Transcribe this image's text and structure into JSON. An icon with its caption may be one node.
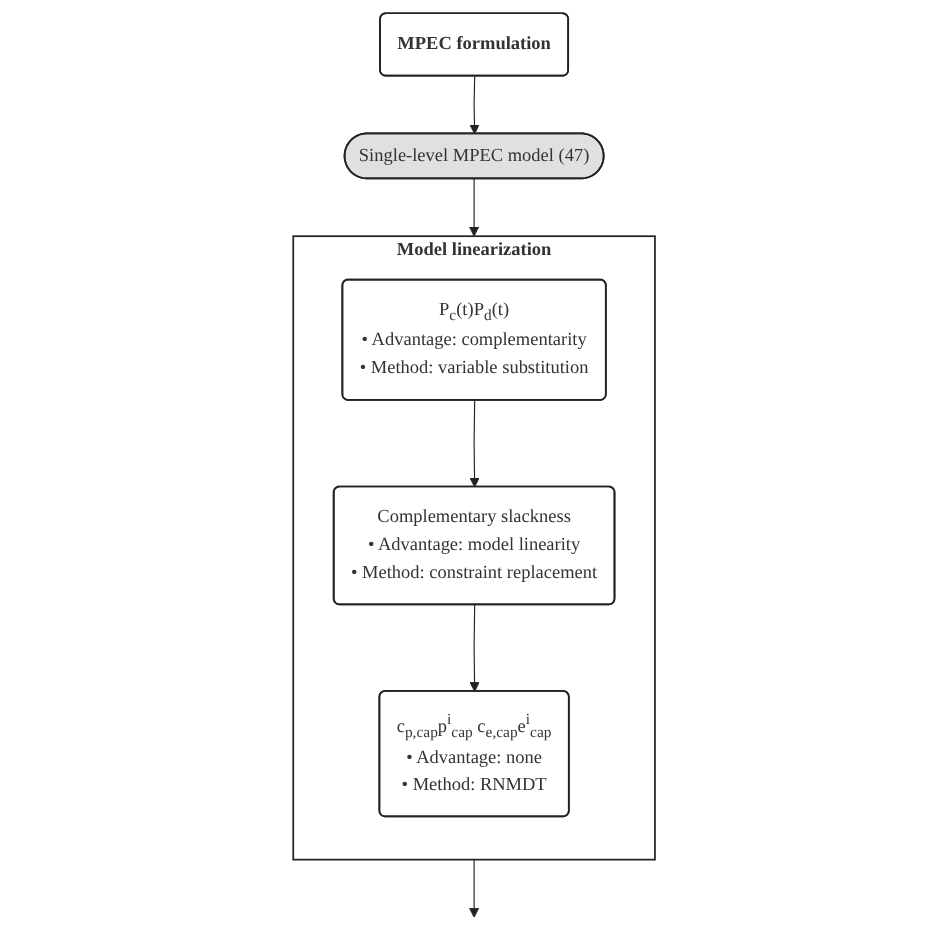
{
  "diagram": {
    "nodes": [
      {
        "text": [
          "MPEC formulation"
        ]
      },
      {
        "text": [
          "Single-level MPEC model (47)"
        ]
      },
      {
        "text": [
          "Model linearization"
        ]
      },
      {
        "text": [
          "P$_{c}$(t)P$_{d}$(t)",
          "• Advantage: complementarity",
          "• Method: variable substitution"
        ],
        "in": 2
      },
      {
        "text": [
          "Complementary slackness",
          "• Advantage: model linearity",
          "• Method: constraint replacement"
        ],
        "in": 2
      },
      {
        "text": [
          "c$_{p,cap}$p$^{i}$$_{cap}$ c$_{e,cap}$e$^{i}$$_{cap}$",
          "• Advantage: none",
          "• Method: RNMDT"
        ],
        "in": 2
      }
    ],
    "edges": [
      {
        "from": 0,
        "to": 1,
        "arrow": "to"
      },
      {
        "from": 1,
        "to": 2,
        "arrow": "to"
      },
      {
        "from": 3,
        "to": 4,
        "arrow": "to"
      },
      {
        "from": 4,
        "to": 5,
        "arrow": "to"
      },
      {
        "from": 2,
        "to": null,
        "arrow": "to"
      }
    ]
  }
}
